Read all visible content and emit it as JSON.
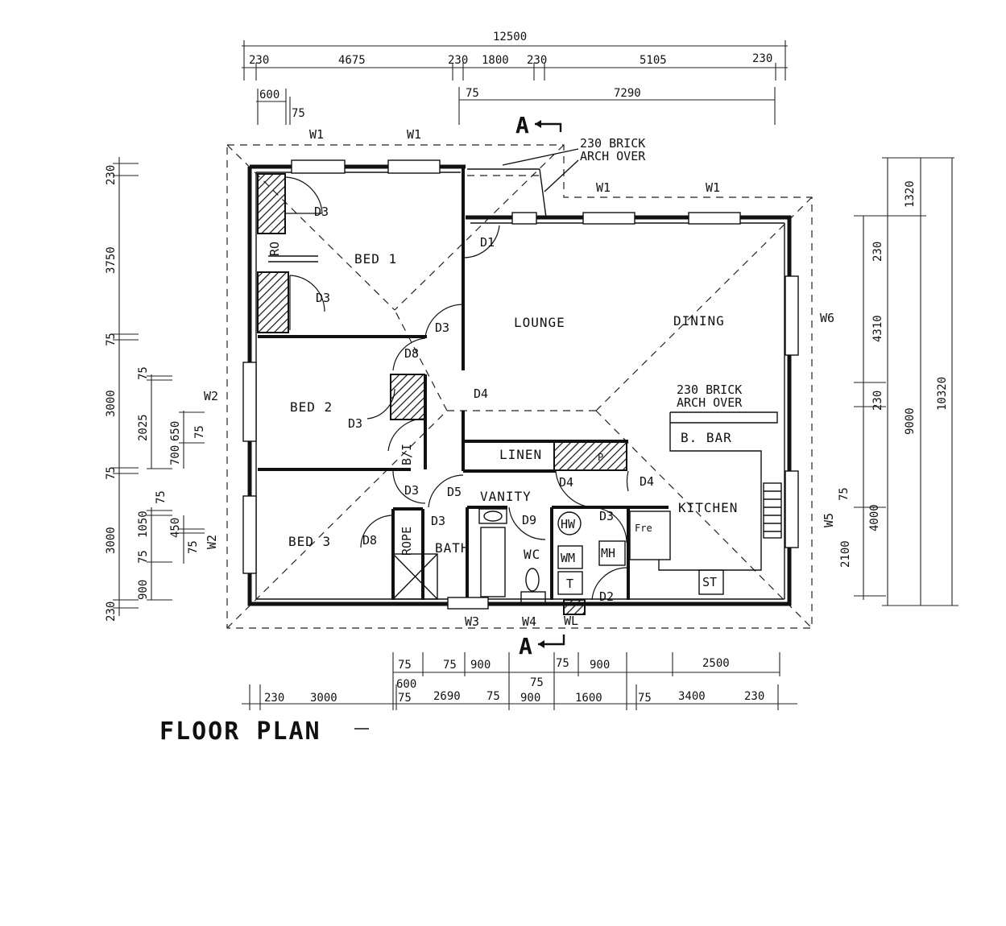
{
  "title": "FLOOR PLAN",
  "rooms": {
    "bed1": "BED 1",
    "bed2": "BED 2",
    "bed3": "BED 3",
    "lounge": "LOUNGE",
    "dining": "DINING",
    "kitchen": "KITCHEN",
    "linen": "LINEN",
    "vanity": "VANITY",
    "bath": "BATH",
    "wc": "WC",
    "bar": "B. BAR"
  },
  "fixtures": {
    "robe_a": "RO",
    "robe_b": "ROPE",
    "bi": "B/I",
    "hw": "HW",
    "wm": "WM",
    "mh": "MH",
    "t": "T",
    "fr": "Fre",
    "st": "ST",
    "wl": "WL",
    "p": "P"
  },
  "doors": {
    "d1": "D1",
    "d2": "D2",
    "d3": "D3",
    "d4": "D4",
    "d5": "D5",
    "d8": "D8",
    "d9": "D9"
  },
  "windows": {
    "w1": "W1",
    "w2": "W2",
    "w3": "W3",
    "w4": "W4",
    "w5": "W5",
    "w6": "W6"
  },
  "notes": {
    "arch1_l1": "230 BRICK",
    "arch1_l2": "ARCH OVER",
    "arch2_l1": "230 BRICK",
    "arch2_l2": "ARCH OVER",
    "section_mark": "A"
  },
  "dims_top": {
    "overall": "12500",
    "r1": [
      "230",
      "4675",
      "230",
      "1800",
      "230",
      "5105",
      "230"
    ],
    "r2_a": "600",
    "r2_b": "75",
    "r2_c": "75",
    "r2_d": "7290"
  },
  "dims_left": {
    "outer": [
      "230",
      "3750",
      "75",
      "3000",
      "75",
      "3000",
      "230"
    ],
    "inner_a": [
      "75",
      "2025",
      "700",
      "650",
      "75"
    ],
    "inner_b": [
      "75",
      "1050",
      "75",
      "900",
      "450",
      "75"
    ]
  },
  "dims_right": {
    "inner": [
      "230",
      "4310",
      "230",
      "75",
      "4000",
      "2100"
    ],
    "mid": [
      "1320",
      "9000"
    ],
    "outer": "10320"
  },
  "dims_bottom": {
    "r1": [
      "75",
      "75",
      "900",
      "75",
      "900",
      "2500"
    ],
    "r2": [
      "600",
      "75"
    ],
    "r3": [
      "230",
      "3000",
      "75",
      "2690",
      "75",
      "900",
      "1600",
      "75",
      "3400",
      "230"
    ]
  }
}
